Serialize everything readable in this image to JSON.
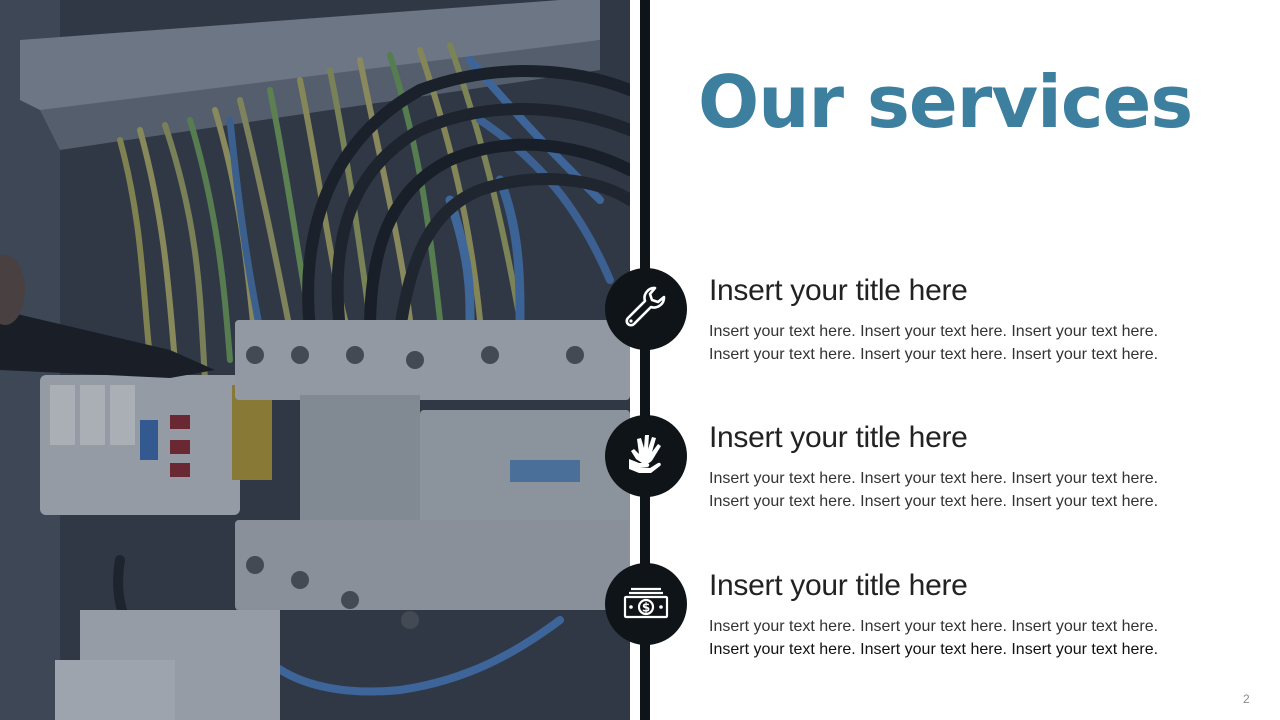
{
  "slide": {
    "title": "Our services",
    "page_number": "2",
    "accent_color": "#3d7f9e",
    "dark_color": "#0f1418"
  },
  "photo": {
    "description_icon": "electrical-panel-photo"
  },
  "services": [
    {
      "icon": "wrench-icon",
      "title": "Insert your title here",
      "text_line_1": "Insert your text here. Insert your text here. Insert your text here.",
      "text_line_2": "Insert your text here. Insert your text here. Insert your text here."
    },
    {
      "icon": "helping-hands-icon",
      "title": "Insert your title here",
      "text_line_1": "Insert your text here. Insert your text here. Insert your text here.",
      "text_line_2": "Insert your text here. Insert your text here. Insert your text here."
    },
    {
      "icon": "money-icon",
      "title": "Insert your title here",
      "text_line_1": "Insert your text here. Insert your text here. Insert your text here.",
      "text_line_2": "Insert your text here. Insert your text here. Insert your text here."
    }
  ]
}
